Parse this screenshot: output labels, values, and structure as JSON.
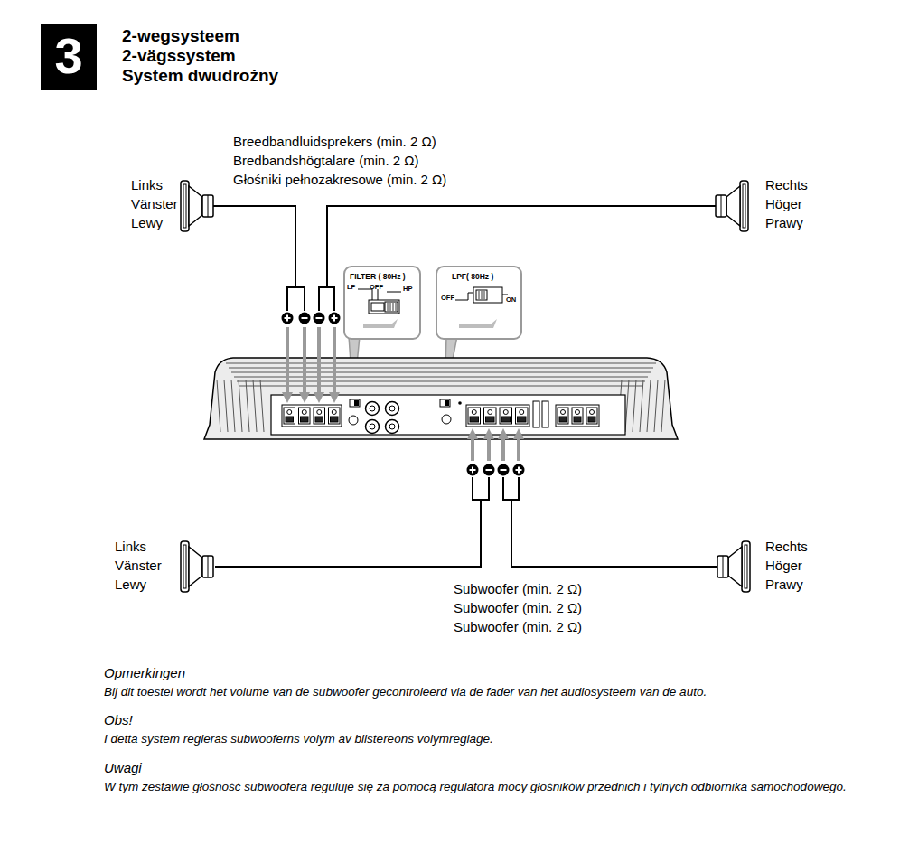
{
  "diagram": {
    "title": "2-wegsysteem",
    "nodes": [
      {
        "text": [
          "3"
        ]
      },
      {
        "text": [
          "FILTER ( 80Hz )",
          "LP",
          "OFF",
          "HP"
        ]
      },
      {
        "text": [
          "LPF( 80Hz )",
          "OFF",
          "ON"
        ]
      }
    ],
    "labels": [
      "2-vägssystem",
      "System dwudrożny",
      "Breedbandluidsprekers (min. 2 Ω)",
      "Bredbandshögtalare (min. 2 Ω)",
      "Głośniki pełnozakresowe (min. 2 Ω)",
      "Links",
      "Vänster",
      "Lewy",
      "Rechts",
      "Höger",
      "Prawy",
      "Links",
      "Vänster",
      "Lewy",
      "Rechts",
      "Höger",
      "Prawy",
      "Subwoofer (min. 2 Ω)",
      "Subwoofer (min. 2 Ω)",
      "Subwoofer (min. 2 Ω)",
      "Opmerkingen",
      "Bij dit toestel wordt het volume van de subwoofer gecontroleerd via de fader van het audiosysteem van de auto.",
      "Obs!",
      "I detta system regleras subwooferns volym av bilstereons volymreglage.",
      "Uwagi",
      "W tym zestawie głośność subwoofera reguluje się za pomocą regulatora mocy głośników przednich i tylnych odbiornika samochodowego."
    ]
  }
}
